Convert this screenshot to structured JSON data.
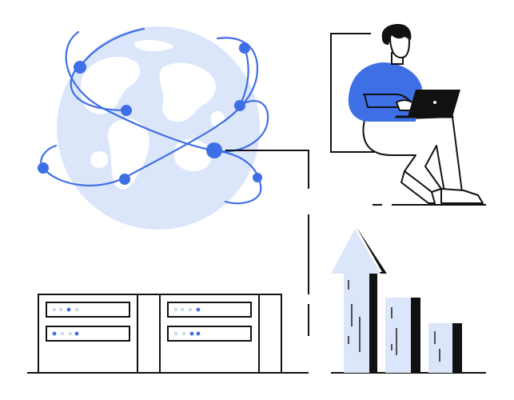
{
  "colors": {
    "ink": "#111111",
    "accent": "#3F6FE5",
    "globe": "#DCE6FA",
    "continent": "#FFFFFF",
    "bar_fill": "#DCE6FA",
    "background": "#FFFFFF",
    "led_dim": "#C9D6F3"
  },
  "illustration": {
    "globe_nodes": 8,
    "server_units": 2,
    "drives_per_unit": 2,
    "bar_levels": [
      1.0,
      0.46,
      0.3
    ]
  }
}
